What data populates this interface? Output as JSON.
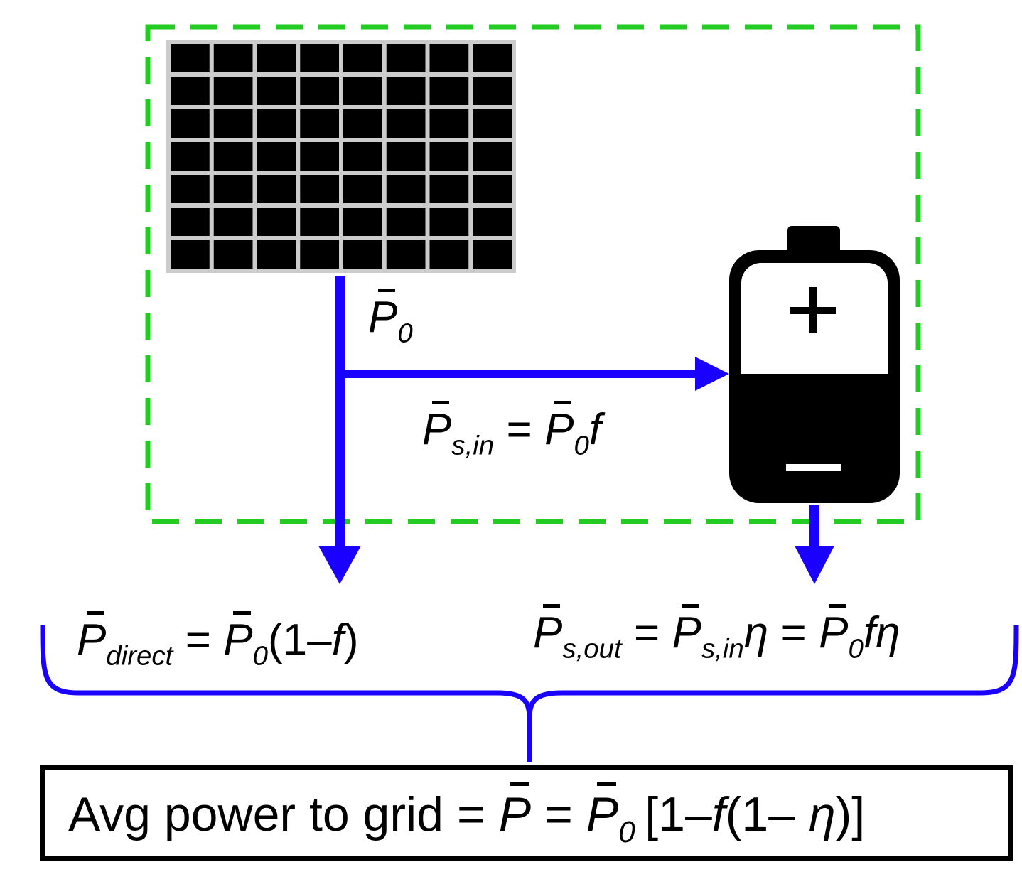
{
  "colors": {
    "flow": "#1a00ff",
    "boundary": "#22cc22",
    "panel": "#000000",
    "panel_grid": "#cccccc",
    "battery": "#000000"
  },
  "icons": {
    "panel": "solar-panel-icon",
    "battery": "battery-icon"
  },
  "labels": {
    "p0": {
      "sym": "P",
      "sub": "0"
    },
    "s_in": {
      "lhs_sym": "P",
      "lhs_sub": "s,in",
      "eq": "=",
      "rhs_sym": "P",
      "rhs_sub": "0",
      "rhs_tail": "f"
    },
    "direct": {
      "lhs_sym": "P",
      "lhs_sub": "direct",
      "eq": "=",
      "rhs_sym": "P",
      "rhs_sub": "0",
      "paren_open": "(1–",
      "f": "f",
      "paren_close": ")"
    },
    "s_out": {
      "lhs_sym": "P",
      "lhs_sub": "s,out",
      "eq1": "=",
      "mid_sym": "P",
      "mid_sub": "s,in",
      "mid_tail": "η",
      "eq2": "=",
      "rhs_sym": "P",
      "rhs_sub": "0",
      "rhs_tail": "fη"
    },
    "grid": {
      "prefix": "Avg power to grid",
      "eq1": "=",
      "p_sym": "P",
      "eq2": "=",
      "p0_sym": "P",
      "p0_sub": "0",
      "bracket": "[1–",
      "f": "f",
      "inner": "(1– ",
      "eta": "η",
      "close": ")]"
    }
  }
}
